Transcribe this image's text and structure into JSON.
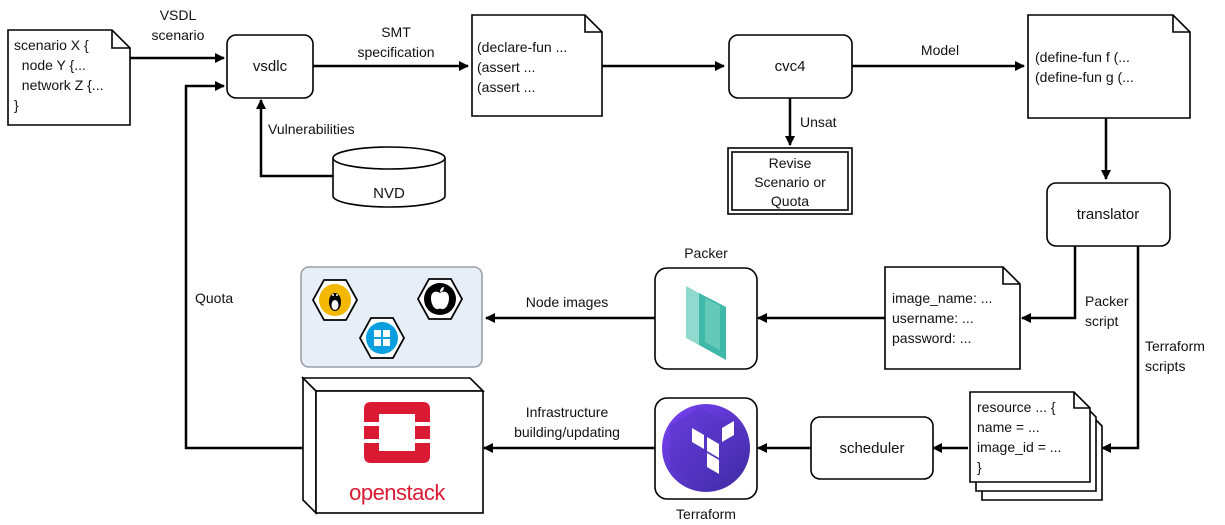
{
  "nodes": {
    "scenario_doc": [
      "scenario X {",
      "  node Y {...",
      "  network Z {...",
      "}"
    ],
    "vsdlc": "vsdlc",
    "nvd": "NVD",
    "smt_doc": [
      "(declare-fun ...",
      "(assert ...",
      "(assert ..."
    ],
    "cvc4": "cvc4",
    "revise": [
      "Revise",
      "Scenario or",
      "Quota"
    ],
    "model_doc": [
      "(define-fun f (...",
      "(define-fun g (..."
    ],
    "translator": "translator",
    "packer_doc": [
      "image_name: ...",
      "username: ...",
      "password: ..."
    ],
    "terraform_doc": [
      "resource ... {",
      "name = ...",
      "image_id = ...",
      "}"
    ],
    "scheduler": "scheduler",
    "openstack_wordmark": "openstack"
  },
  "edge_labels": {
    "vsdl_scenario": [
      "VSDL",
      "scenario"
    ],
    "smt_spec": [
      "SMT",
      "specification"
    ],
    "model": "Model",
    "unsat": "Unsat",
    "vulnerabilities": "Vulnerabilities",
    "packer_script": [
      "Packer",
      "script"
    ],
    "terraform_scripts": [
      "Terraform",
      "scripts"
    ],
    "node_images": "Node images",
    "infra": [
      "Infrastructure",
      "building/updating"
    ],
    "quota": "Quota"
  },
  "tool_labels": {
    "packer": "Packer",
    "terraform": "Terraform"
  },
  "icons": {
    "linux": "linux-tux-icon",
    "apple": "apple-icon",
    "windows": "windows-icon",
    "packer": "packer-logo-icon",
    "terraform": "terraform-logo-icon",
    "openstack": "openstack-logo-icon"
  },
  "colors": {
    "linux_badge": "#f3b700",
    "windows_badge": "#0aa0e0",
    "packer_logo": "#02a8a8",
    "terraform_bg": "#5c4ee5",
    "openstack_red": "#da1a32",
    "images_panel": "#e8eef8"
  }
}
